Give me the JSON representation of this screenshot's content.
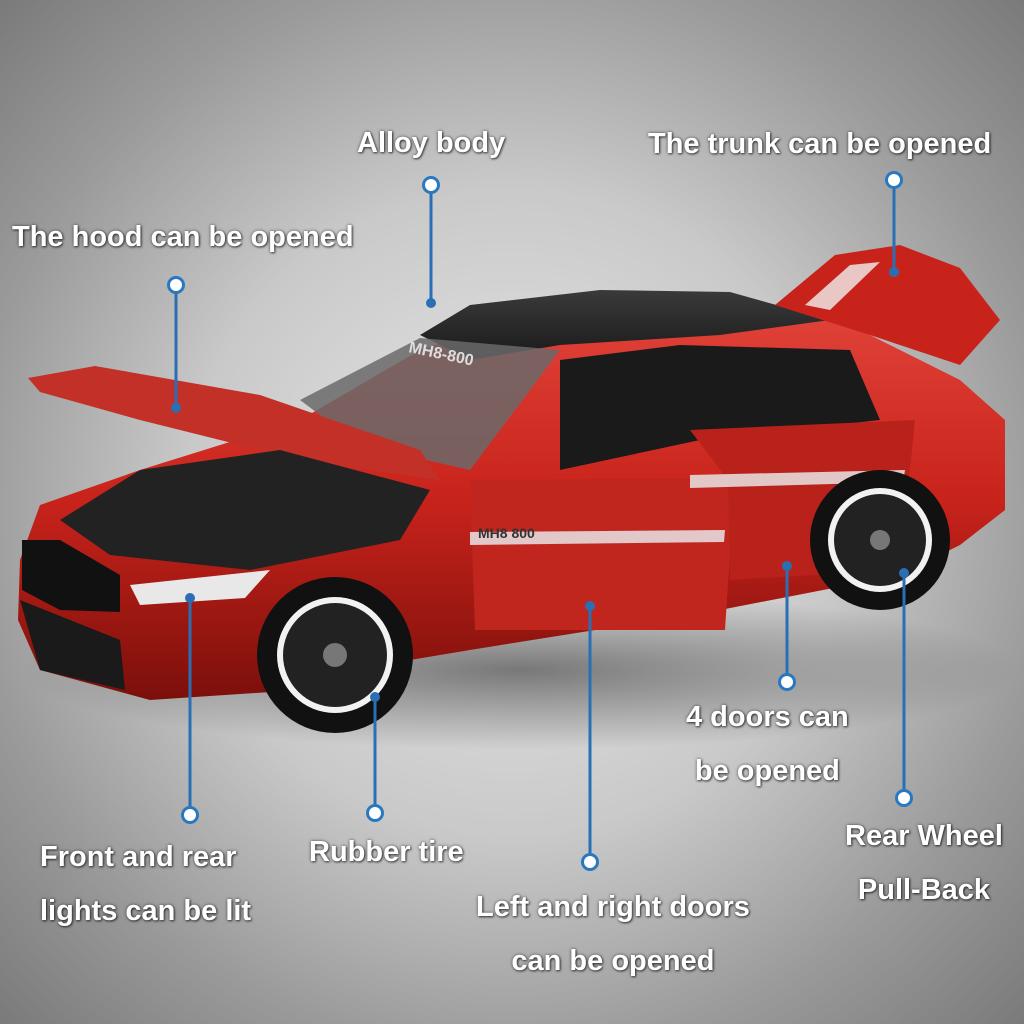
{
  "labels": {
    "alloy_body": "Alloy body",
    "trunk": "The trunk can be opened",
    "hood": "The hood can be opened",
    "doors4": "4 doors can\nbe opened",
    "rear_wheel": "Rear Wheel\nPull-Back",
    "lights": "Front and rear\nlights can be lit",
    "tire": "Rubber tire",
    "left_right_doors": "Left and right doors\ncan be opened"
  },
  "car": {
    "model_plate": "MH8 800",
    "windshield_text": "MH8-800",
    "body_color": "#c8231b",
    "roof_color": "#2a2a2a"
  },
  "colors": {
    "callout_line": "#2a6fb4",
    "callout_dot_fill": "#ffffff",
    "label_text": "#ffffff"
  }
}
